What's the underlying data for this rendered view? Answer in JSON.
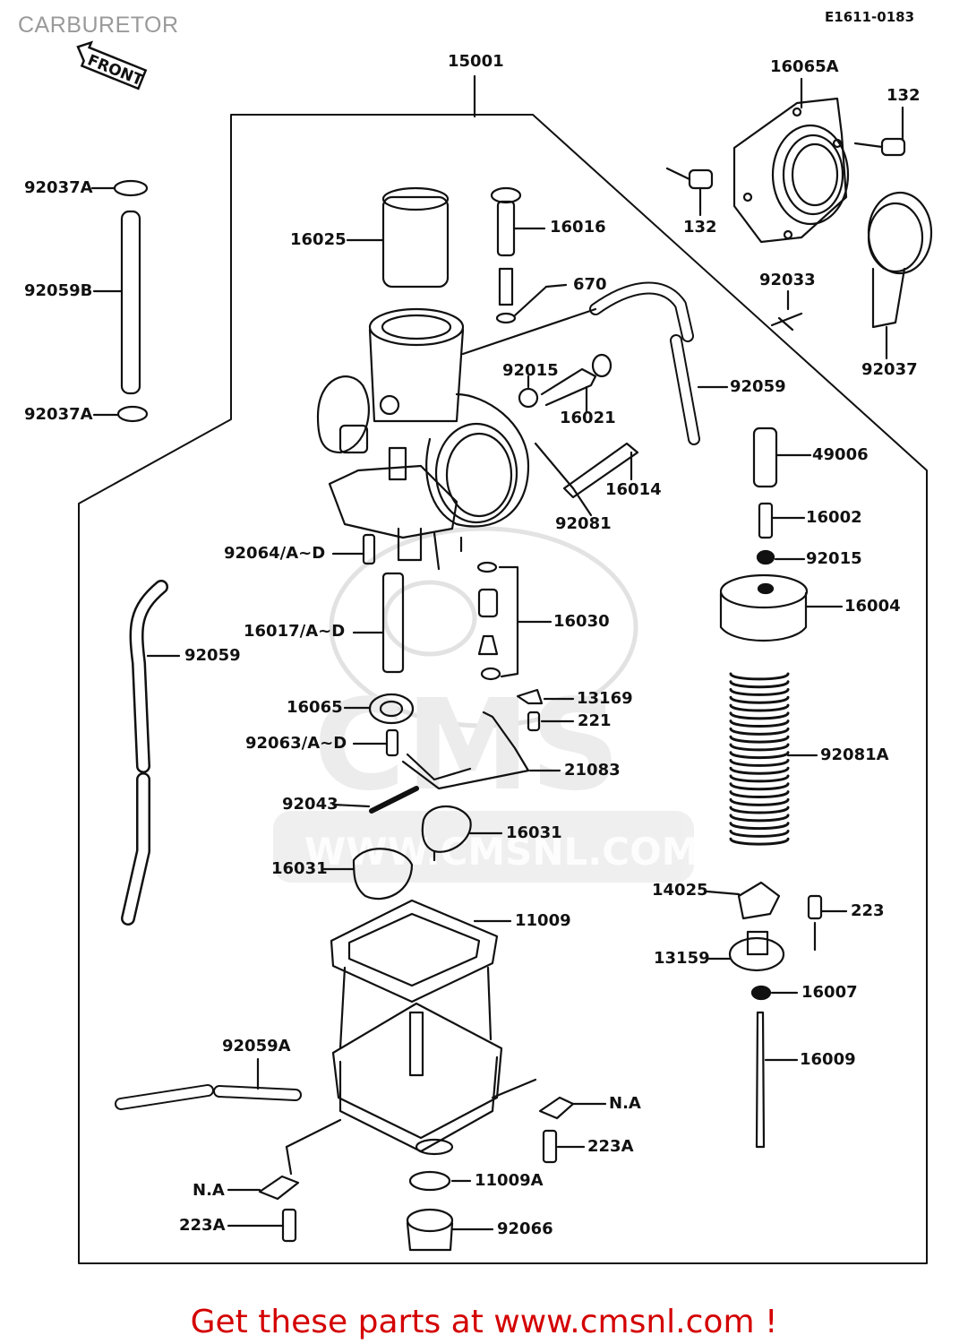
{
  "header": {
    "title": "CARBURETOR",
    "diagram_code": "E1611-0183"
  },
  "orientation": {
    "front_label": "FRONT"
  },
  "watermark": {
    "text": "WWW.CMSNL.COM",
    "logo_text": "CMS"
  },
  "parts": [
    "15001",
    "16065A",
    "132",
    "132",
    "92037A",
    "16025",
    "16016",
    "92059B",
    "670",
    "92033",
    "92015",
    "92037",
    "92059",
    "16021",
    "92037A",
    "49006",
    "16014",
    "16002",
    "92081",
    "92015",
    "92064/A~D",
    "16004",
    "16030",
    "16017/A~D",
    "92059",
    "13169",
    "16065",
    "221",
    "92081A",
    "92063/A~D",
    "21083",
    "92043",
    "16031",
    "16031",
    "14025",
    "223",
    "11009",
    "13159",
    "16007",
    "92059A",
    "16009",
    "N.A",
    "223A",
    "11009A",
    "N.A",
    "223A",
    "92066"
  ],
  "footer": {
    "promo_text": "Get these parts at www.cmsnl.com !"
  }
}
